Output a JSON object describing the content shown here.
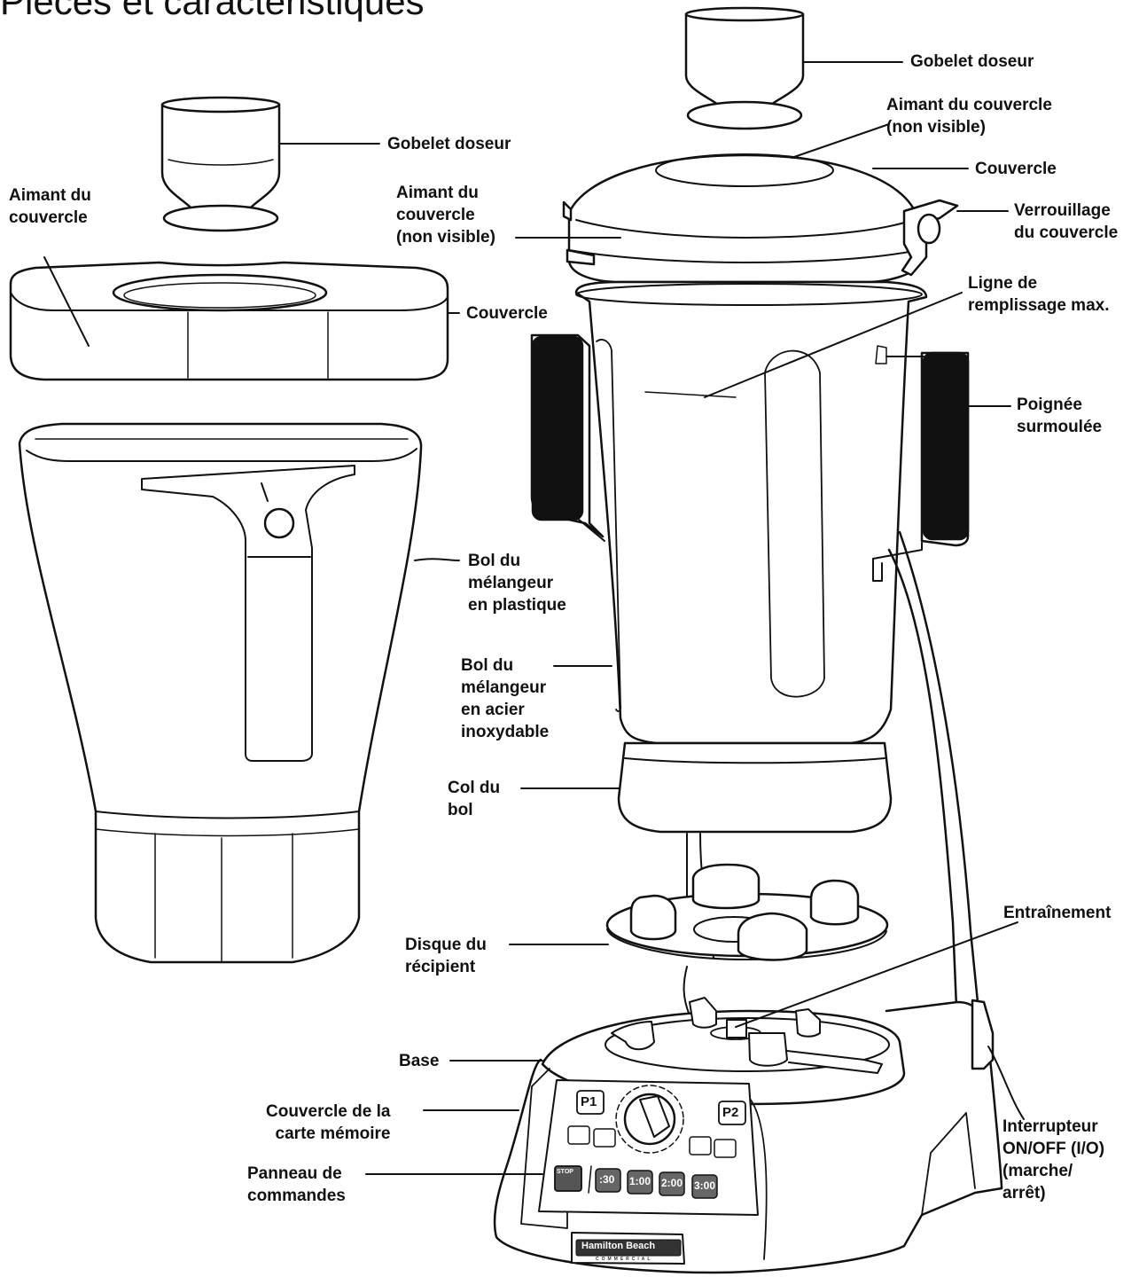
{
  "title": "Pièces et caractéristiques",
  "labels": {
    "left_measuring_cup": "Gobelet doseur",
    "left_lid_magnet": "Aimant du\ncouvercle",
    "left_lid": "Couvercle",
    "left_plastic_jar": "Bol du\nmélangeur\nen plastique",
    "mid_lid_magnet": "Aimant du\ncouvercle\n(non visible)",
    "right_measuring_cup": "Gobelet doseur",
    "right_lid_magnet": "Aimant du couvercle\n(non visible)",
    "right_lid": "Couvercle",
    "lid_lock": "Verrouillage\ndu couvercle",
    "max_fill_line": "Ligne de\nremplissage max.",
    "overmolded_handle": "Poignée\nsurmoulée",
    "steel_jar": "Bol du\nmélangeur\nen acier\ninoxydable",
    "jar_collar": "Col du\nbol",
    "jar_pad": "Disque du\nrécipient",
    "drive": "Entraînement",
    "base": "Base",
    "memory_card_cover": "Couvercle de la\ncarte mémoire",
    "control_panel": "Panneau de\ncommandes",
    "power_switch": "Interrupteur\nON/OFF (I/O)\n(marche/\narrêt)"
  },
  "panel": {
    "p1": "P1",
    "p2": "P2",
    "stop": "STOP",
    "t30": ":30",
    "t100": "1:00",
    "t200": "2:00",
    "t300": "3:00"
  },
  "brand": {
    "name": "Hamilton Beach",
    "sub": "COMMERCIAL"
  }
}
